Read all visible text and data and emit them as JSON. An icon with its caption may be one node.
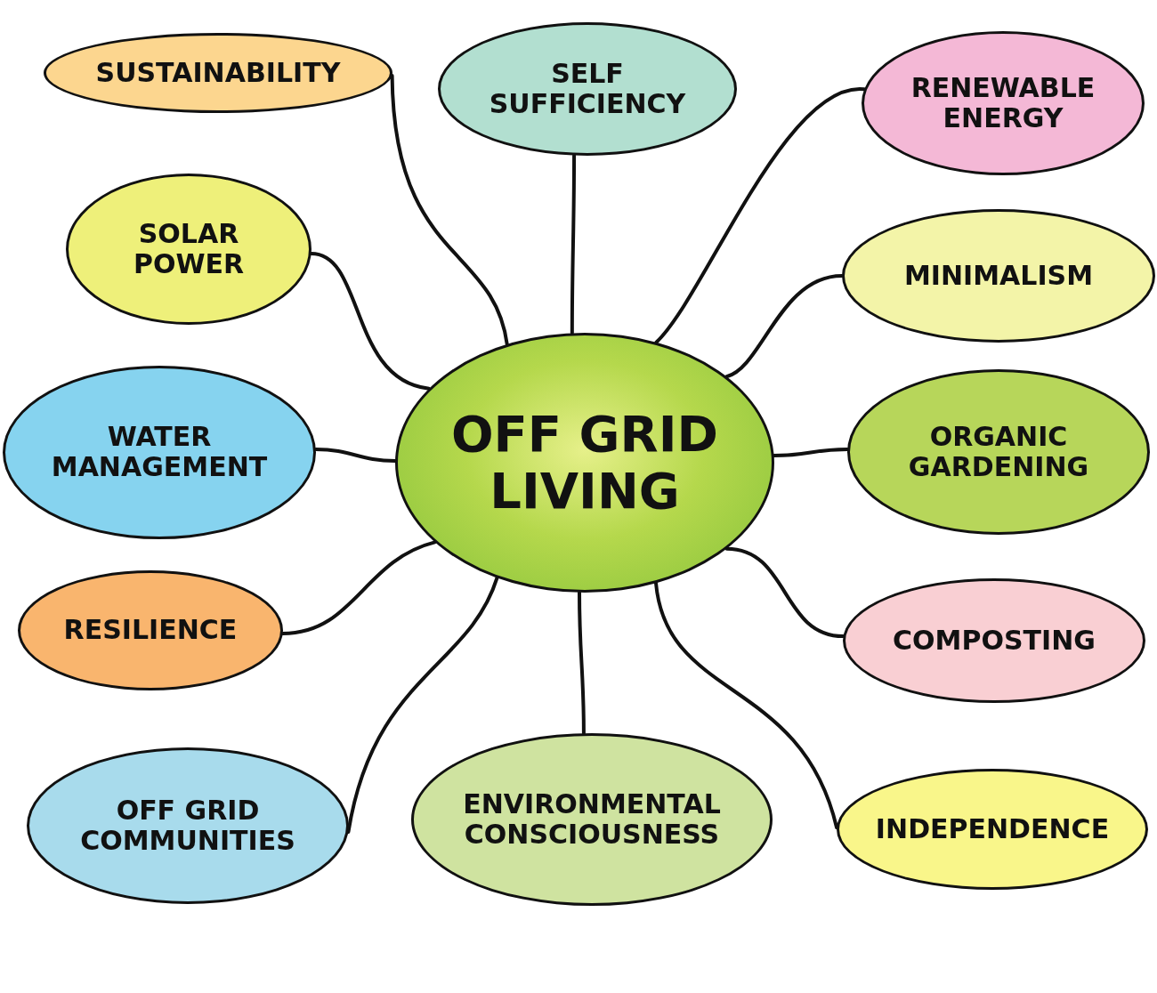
{
  "diagram": {
    "nodes": [
      {
        "text": [
          "OFF GRID LIVING"
        ]
      },
      {
        "text": [
          "SUSTAINABILITY"
        ]
      },
      {
        "text": [
          "SELF SUFFICIENCY"
        ]
      },
      {
        "text": [
          "RENEWABLE ENERGY"
        ]
      },
      {
        "text": [
          "SOLAR POWER"
        ]
      },
      {
        "text": [
          "MINIMALISM"
        ]
      },
      {
        "text": [
          "WATER MANAGEMENT"
        ]
      },
      {
        "text": [
          "ORGANIC GARDENING"
        ]
      },
      {
        "text": [
          "RESILIENCE"
        ]
      },
      {
        "text": [
          "COMPOSTING"
        ]
      },
      {
        "text": [
          "OFF GRID COMMUNITIES"
        ]
      },
      {
        "text": [
          "ENVIRONMENTAL CONSCIOUSNESS"
        ]
      },
      {
        "text": [
          "INDEPENDENCE"
        ]
      }
    ],
    "edges": [
      {
        "from": 0,
        "to": 1,
        "arrow": "none"
      },
      {
        "from": 0,
        "to": 2,
        "arrow": "none"
      },
      {
        "from": 0,
        "to": 3,
        "arrow": "none"
      },
      {
        "from": 0,
        "to": 4,
        "arrow": "none"
      },
      {
        "from": 0,
        "to": 5,
        "arrow": "none"
      },
      {
        "from": 0,
        "to": 6,
        "arrow": "none"
      },
      {
        "from": 0,
        "to": 7,
        "arrow": "none"
      },
      {
        "from": 0,
        "to": 8,
        "arrow": "none"
      },
      {
        "from": 0,
        "to": 9,
        "arrow": "none"
      },
      {
        "from": 0,
        "to": 10,
        "arrow": "none"
      },
      {
        "from": 0,
        "to": 11,
        "arrow": "none"
      },
      {
        "from": 0,
        "to": 12,
        "arrow": "none"
      }
    ]
  }
}
